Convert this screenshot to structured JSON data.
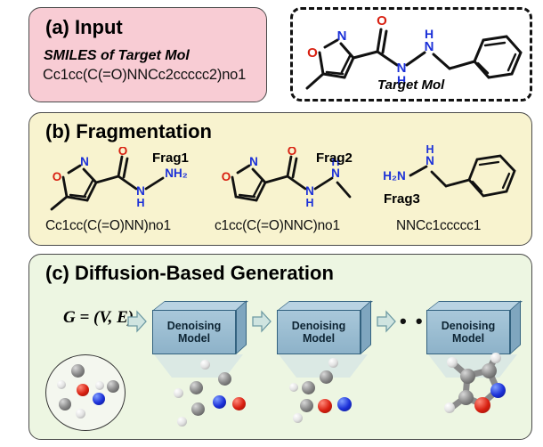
{
  "figure": {
    "panels": {
      "a": {
        "title": "(a) Input",
        "sublabel": "SMILES of Target Mol",
        "smiles": "Cc1cc(C(=O)NNCc2ccccc2)no1",
        "bg_color": "#f8ccd4"
      },
      "b": {
        "title": "(b) Fragmentation",
        "bg_color": "#f8f3cf",
        "fragments": [
          {
            "name": "Frag1",
            "smiles": "Cc1cc(C(=O)NN)no1"
          },
          {
            "name": "Frag2",
            "smiles": "c1cc(C(=O)NNC)no1"
          },
          {
            "name": "Frag3",
            "smiles": "NNCc1ccccc1"
          }
        ]
      },
      "c": {
        "title": "(c) Diffusion-Based Generation",
        "bg_color": "#edf6e2",
        "graph_formula": "G = (V, E)",
        "ellipsis": "• • •",
        "steps": [
          {
            "label_line1": "Denoising",
            "label_line2": "Model"
          },
          {
            "label_line1": "Denoising",
            "label_line2": "Model"
          },
          {
            "label_line1": "Denoising",
            "label_line2": "Model"
          }
        ]
      }
    },
    "target_mol": {
      "label": "Target Mol",
      "atom_labels": {
        "oxygen": "O",
        "nitrogen": "N",
        "hydrogen": "H",
        "amine": "NH",
        "amine_sub": "2"
      }
    },
    "colors": {
      "oxygen": "#d81f10",
      "nitrogen": "#1b30d8",
      "bond": "#111111",
      "box_face": "#8db2c9",
      "box_top": "#b9d3e2",
      "arrow_fill": "#cfe4e0"
    }
  }
}
